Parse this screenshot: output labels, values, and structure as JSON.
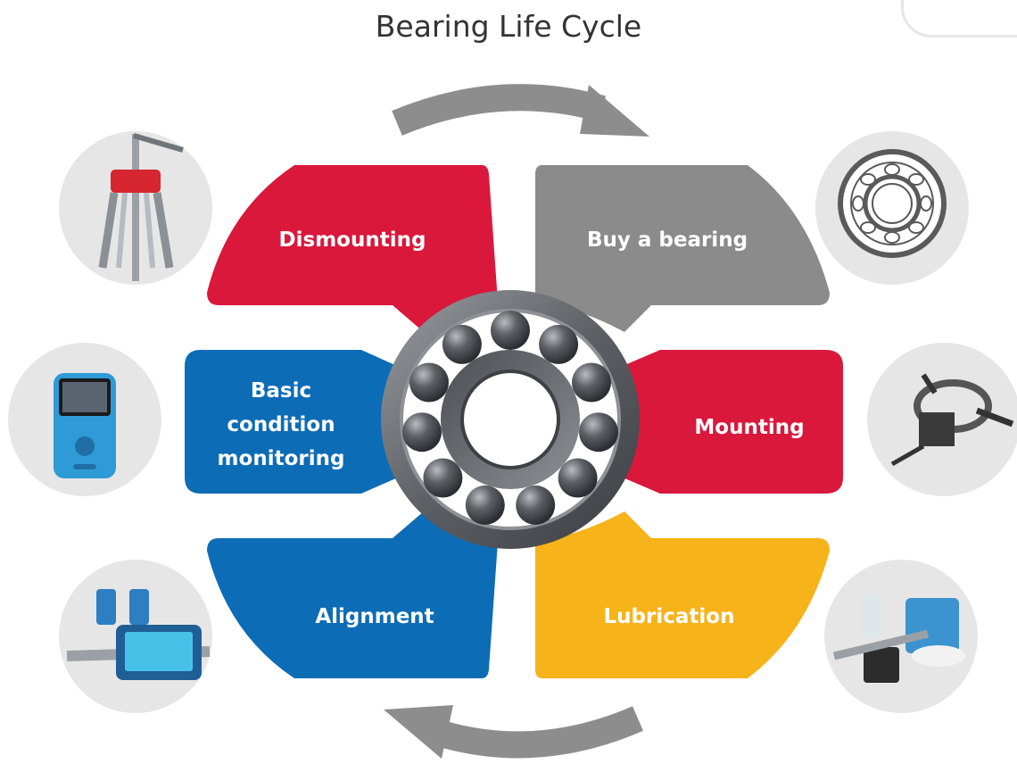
{
  "title": "Bearing Life Cycle",
  "colors": {
    "red": "#d9183c",
    "gray": "#8b8b8b",
    "blue": "#0d6cb6",
    "yellow": "#f7b31a",
    "lubrication_text": "#1c64ae",
    "arrow": "#8d8d8d",
    "circle": "#e6e6e6"
  },
  "stages": [
    {
      "id": "dismounting",
      "lines": [
        "Dismounting"
      ],
      "color": "red",
      "icon": "bearing-puller-icon"
    },
    {
      "id": "buy",
      "lines": [
        "Buy a bearing"
      ],
      "color": "gray",
      "icon": "bearing-icon"
    },
    {
      "id": "mounting",
      "lines": [
        "Mounting"
      ],
      "color": "red",
      "icon": "induction-heater-icon"
    },
    {
      "id": "lubrication",
      "lines": [
        "Lubrication"
      ],
      "color": "yellow",
      "icon": "lubricant-icon"
    },
    {
      "id": "alignment",
      "lines": [
        "Alignment"
      ],
      "color": "blue",
      "icon": "alignment-tool-icon"
    },
    {
      "id": "monitoring",
      "lines": [
        "Basic",
        "condition",
        "monitoring"
      ],
      "color": "blue",
      "icon": "handheld-monitor-icon"
    }
  ]
}
